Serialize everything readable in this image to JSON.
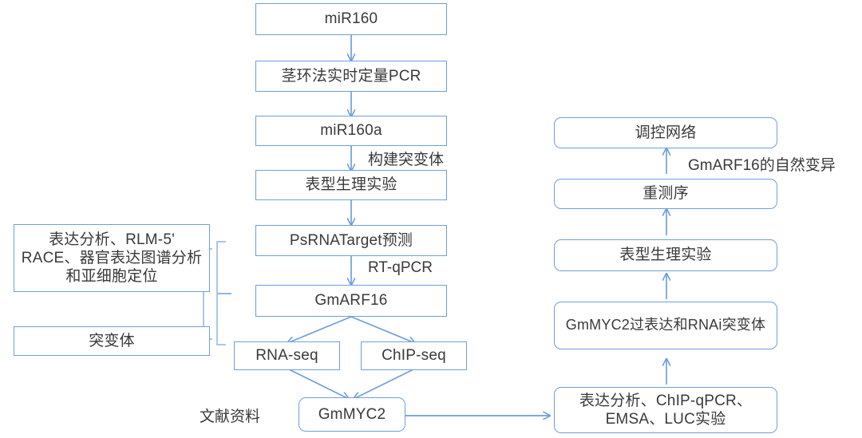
{
  "diagram": {
    "title": "miR160-GmARF16-GmMYC2 research flowchart",
    "accent_color": "#6f9fdd",
    "text_color": "#3a3a3a",
    "background": "#ffffff",
    "center_column": [
      {
        "id": "mir160",
        "label": "miR160"
      },
      {
        "id": "stem-loop-qpcr",
        "label": "茎环法实时定量PCR"
      },
      {
        "id": "mir160a",
        "label": "miR160a"
      },
      {
        "id": "phenotype-physiology-left",
        "label": "表型生理实验"
      },
      {
        "id": "psrnatarget",
        "label": "PsRNATarget预测"
      },
      {
        "id": "gmarf16",
        "label": "GmARF16"
      }
    ],
    "branch_row": [
      {
        "id": "rna-seq",
        "label": "RNA-seq"
      },
      {
        "id": "chip-seq",
        "label": "ChIP-seq"
      }
    ],
    "gmmyc2": {
      "id": "gmmyc2",
      "label": "GmMYC2"
    },
    "left_column": [
      {
        "id": "expression-analysis",
        "label": "表达分析、RLM-5' RACE、器官表达图谱分析和亚细胞定位"
      },
      {
        "id": "mutant",
        "label": "突变体"
      }
    ],
    "right_column": [
      {
        "id": "regulatory-network",
        "label": "调控网络"
      },
      {
        "id": "resequencing",
        "label": "重测序"
      },
      {
        "id": "phenotype-physiology-right",
        "label": "表型生理实验"
      },
      {
        "id": "gmmyc2-oe-rnai",
        "label": "GmMYC2过表达和RNAi突变体"
      },
      {
        "id": "chip-qpcr-emsa-luc",
        "label": "表达分析、ChIP-qPCR、EMSA、LUC实验"
      }
    ],
    "edge_labels": [
      {
        "id": "construct-mutant",
        "label": "构建突变体"
      },
      {
        "id": "rt-qpcr",
        "label": "RT-qPCR"
      },
      {
        "id": "literature",
        "label": "文献资料"
      },
      {
        "id": "gmarf16-natural-variation",
        "label": "GmARF16的自然变异"
      }
    ]
  }
}
